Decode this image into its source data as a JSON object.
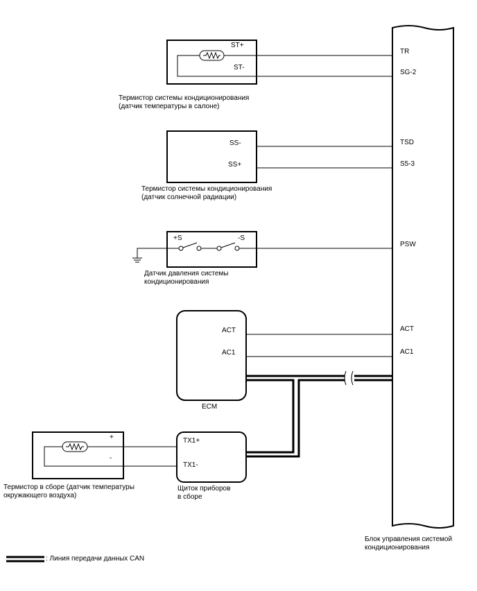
{
  "components": {
    "cabin_thermistor": {
      "pin_plus": "ST+",
      "pin_minus": "ST-",
      "caption": "Термистор системы кондиционирования\n(датчик температуры в салоне)"
    },
    "solar_thermistor": {
      "pin_minus": "SS-",
      "pin_plus": "SS+",
      "caption": "Термистор системы кондиционирования\n(датчик солнечной радиации)"
    },
    "pressure_sensor": {
      "pin_plus": "+S",
      "pin_minus": "-S",
      "caption": "Датчик давления системы\nкондиционирования"
    },
    "ecm": {
      "pin_act": "ACT",
      "pin_ac1": "AC1",
      "caption": "ECM"
    },
    "ambient_thermistor": {
      "pin_plus": "+",
      "pin_minus": "-",
      "caption": "Термистор в сборе (датчик температуры\nокружающего воздуха)"
    },
    "meter": {
      "pin_tx1_plus": "TX1+",
      "pin_tx1_minus": "TX1-",
      "caption": "Щиток приборов\nв сборе"
    },
    "ac_ecu": {
      "pins": [
        "TR",
        "SG-2",
        "TSD",
        "S5-3",
        "PSW",
        "ACT",
        "AC1"
      ],
      "caption": "Блок управления системой\nкондиционирования"
    }
  },
  "legend": {
    "label": ": Линия передачи данных CAN"
  }
}
